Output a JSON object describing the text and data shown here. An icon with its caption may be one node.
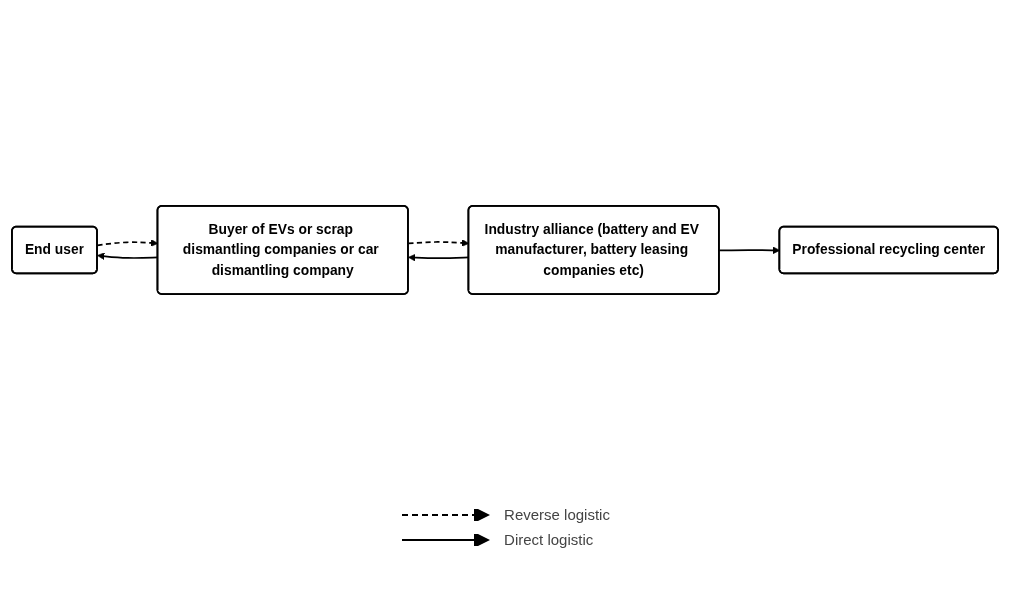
{
  "diagram": {
    "nodes": [
      {
        "text": [
          "End user"
        ]
      },
      {
        "text": [
          "Buyer of EVs or scrap dismantling companies or car dismantling company"
        ]
      },
      {
        "text": [
          "Professional recycling center"
        ]
      },
      {
        "text": [
          "Industry alliance (battery and EV manufacturer, battery leasing companies etc)"
        ]
      }
    ],
    "edges": [
      {
        "from": 0,
        "to": 1,
        "arrow": "to",
        "style": "dashed"
      },
      {
        "from": 1,
        "to": 0,
        "arrow": "to"
      },
      {
        "from": 1,
        "to": 3,
        "arrow": "to",
        "style": "dashed"
      },
      {
        "from": 3,
        "to": 1,
        "arrow": "to"
      },
      {
        "from": 3,
        "to": 2,
        "arrow": "to"
      }
    ],
    "legend": [
      {
        "text": "Reverse logistic"
      },
      {
        "text": "Direct logistic"
      }
    ]
  }
}
